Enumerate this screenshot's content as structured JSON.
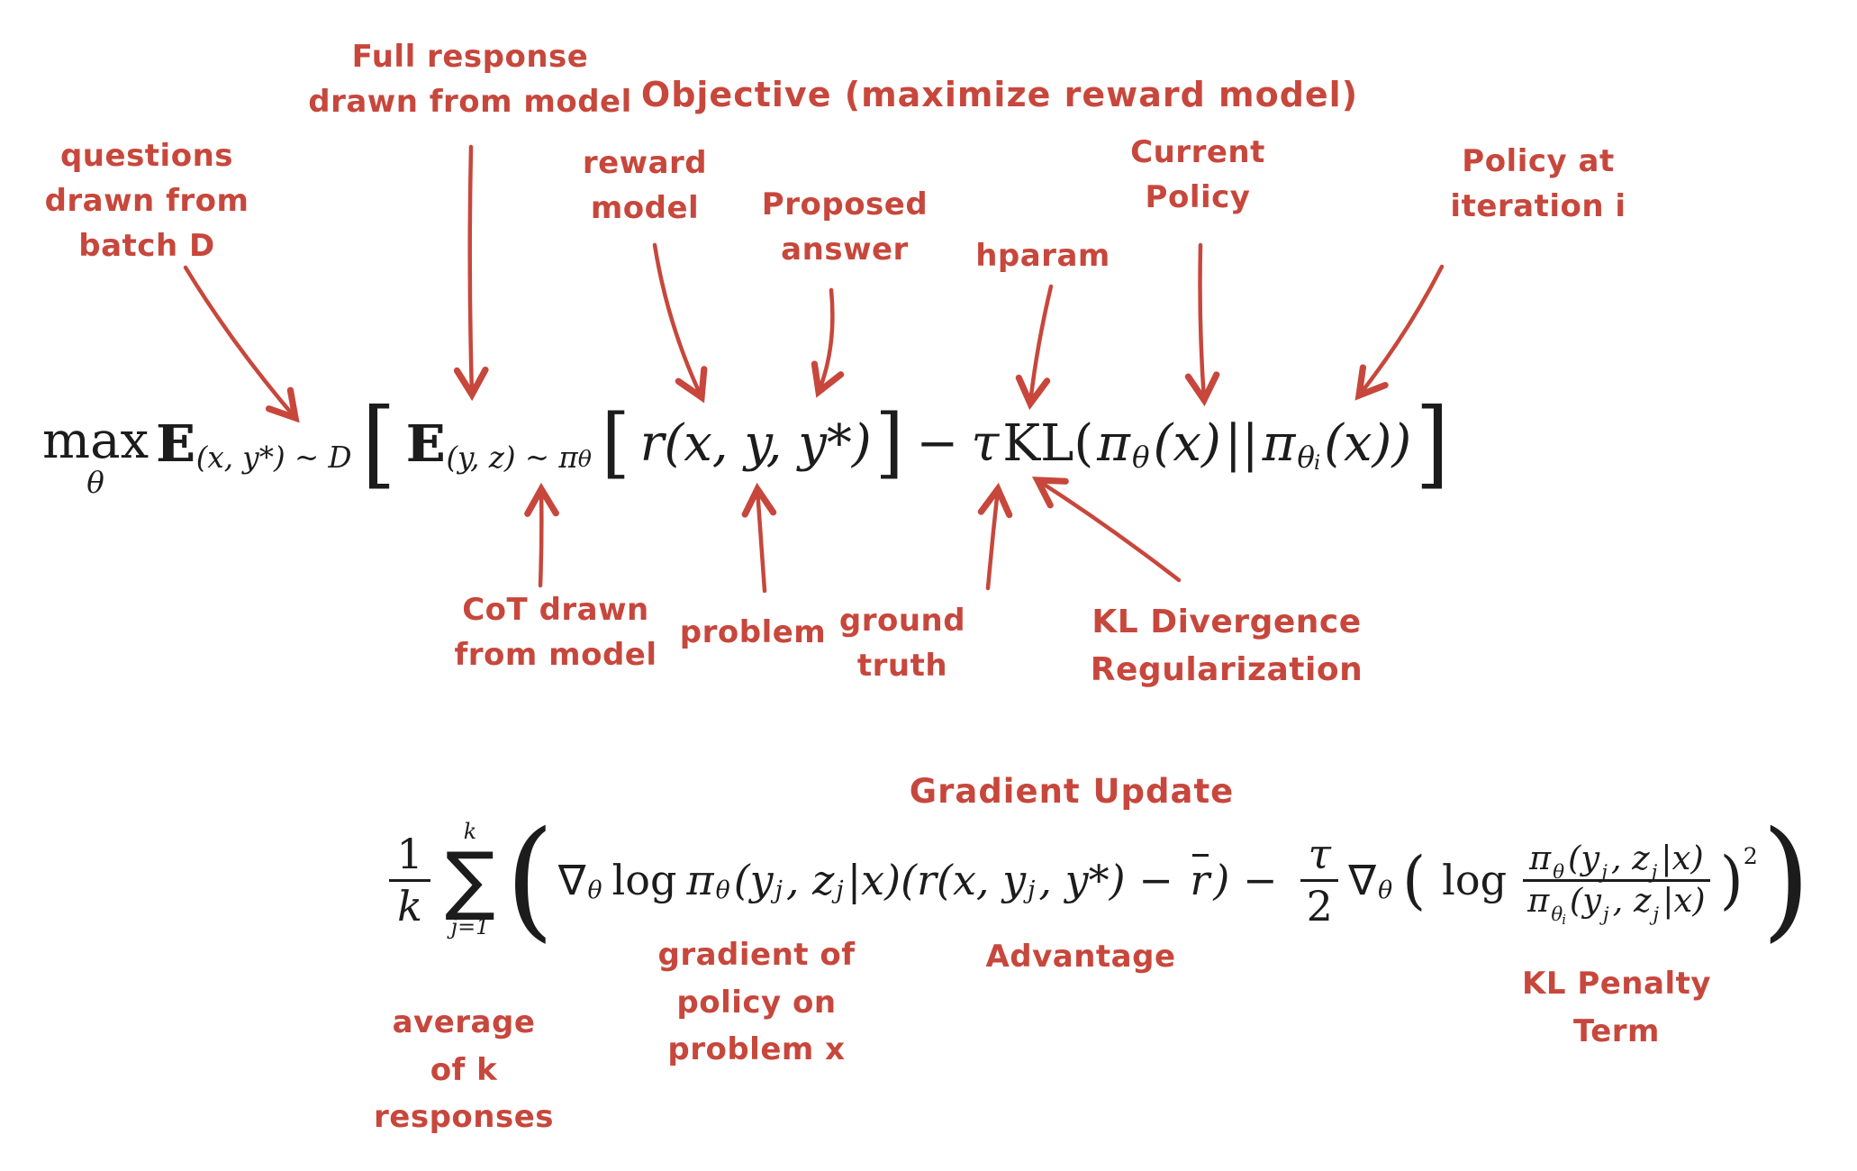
{
  "colors": {
    "annotation_red": "#c7473c",
    "formula_ink": "#1c1c1c",
    "background": "#ffffff"
  },
  "annotations": {
    "questions": {
      "text": "questions\ndrawn from\nbatch D"
    },
    "full_response": {
      "text": "Full response\ndrawn from model"
    },
    "objective_title": {
      "text": "Objective (maximize reward model)"
    },
    "reward_model": {
      "text": "reward\nmodel"
    },
    "proposed_answer": {
      "text": "Proposed\nanswer"
    },
    "hparam": {
      "text": "hparam"
    },
    "current_policy": {
      "text": "Current\nPolicy"
    },
    "policy_iteration": {
      "text": "Policy at\niteration i"
    },
    "cot": {
      "text": "CoT drawn\nfrom model"
    },
    "problem": {
      "text": "problem"
    },
    "ground_truth": {
      "text": "ground\ntruth"
    },
    "kl_divergence": {
      "text": "KL Divergence\nRegularization"
    },
    "gradient_update_title": {
      "text": "Gradient Update"
    },
    "average_k": {
      "text": "average\nof k\nresponses"
    },
    "gradient_policy": {
      "text": "gradient of\npolicy on\nproblem x"
    },
    "advantage": {
      "text": "Advantage"
    },
    "kl_penalty": {
      "text": "KL Penalty\nTerm"
    }
  },
  "formulas": {
    "objective": {
      "transcription": "max_θ E_(x,y*)~D [ E_(y,z)~πθ [ r(x, y, y*) ] − τKL(πθ(x)||πθi(x)) ]",
      "tokens": [
        {
          "stack": {
            "mid": "max",
            "bot": "θ"
          },
          "cls": "maxop",
          "name": "max-operator"
        },
        {
          "t": "E",
          "s": "bb",
          "name": "expectation-outer"
        },
        {
          "t": "(x, y*) ~ D",
          "s": "sub",
          "name": "dataset-subscript"
        },
        {
          "t": "[",
          "s": "big1 sp",
          "name": "open-bracket-outer"
        },
        {
          "t": "E",
          "s": "bb",
          "name": "expectation-inner"
        },
        {
          "t": "(y, z) ~ π",
          "s": "sub",
          "name": "policy-sample-subscript"
        },
        {
          "t": "θ",
          "s": "subsub",
          "name": "theta-subsubscript"
        },
        {
          "t": "[",
          "s": "big2 sp",
          "name": "open-bracket-inner"
        },
        {
          "t": "r(x, y, y*)",
          "s": "var",
          "name": "reward-term"
        },
        {
          "t": "]",
          "s": "big2",
          "name": "close-bracket-inner"
        },
        {
          "t": "−",
          "s": "op rm",
          "name": "minus-operator"
        },
        {
          "t": "τ",
          "s": "var",
          "name": "tau-coefficient"
        },
        {
          "t": "KL(",
          "s": "rm",
          "name": "kl-divergence-open"
        },
        {
          "t": "π",
          "s": "var",
          "name": "current-policy-pi"
        },
        {
          "t": "θ",
          "s": "sub",
          "name": "current-policy-theta"
        },
        {
          "t": "(x)",
          "s": "var",
          "name": "current-policy-arg"
        },
        {
          "t": "||",
          "s": "rm",
          "name": "divergence-bars"
        },
        {
          "t": "π",
          "s": "var",
          "name": "old-policy-pi"
        },
        {
          "t": "θ",
          "s": "sub",
          "name": "old-policy-theta"
        },
        {
          "t": "i",
          "s": "subsub2",
          "name": "iteration-index"
        },
        {
          "t": "(x))",
          "s": "var",
          "name": "old-policy-arg"
        },
        {
          "t": "]",
          "s": "big1",
          "name": "close-bracket-outer"
        }
      ]
    },
    "gradient": {
      "transcription": "1/k Σ_{j=1}^{k} ( ∇θ log πθ(yj, zj|x)(r(x, yj, y*) − r̄) − τ/2 ∇θ ( log πθ(yj, zj|x)/πθi(yj, zj|x) )² )",
      "tokens": [
        {
          "frac": {
            "num": [
              {
                "t": "1",
                "s": "rm"
              }
            ],
            "den": [
              {
                "t": "k",
                "s": "var"
              }
            ]
          },
          "name": "one-over-k"
        },
        {
          "stack": {
            "top": "k",
            "mid": "∑",
            "bot": "j=1"
          },
          "name": "sum-operator"
        },
        {
          "t": "(",
          "s": "big3",
          "name": "open-paren-outer"
        },
        {
          "t": "∇",
          "s": "sym",
          "name": "nabla-policy-gradient"
        },
        {
          "t": "θ",
          "s": "sub",
          "name": "nabla-theta"
        },
        {
          "t": "log",
          "s": "rm sp",
          "name": "log-operator"
        },
        {
          "t": "π",
          "s": "var",
          "name": "policy-pi"
        },
        {
          "t": "θ",
          "s": "sub",
          "name": "policy-theta"
        },
        {
          "t": "(y",
          "s": "var"
        },
        {
          "t": "j",
          "s": "sub",
          "name": "response-index"
        },
        {
          "t": ", z",
          "s": "var"
        },
        {
          "t": "j",
          "s": "sub",
          "name": "cot-index"
        },
        {
          "t": "|x)(r(x, y",
          "s": "var"
        },
        {
          "t": "j",
          "s": "sub",
          "name": "reward-response-index"
        },
        {
          "t": ", y*) − ",
          "s": "var"
        },
        {
          "t": "r",
          "s": "var bar",
          "name": "mean-reward-rbar"
        },
        {
          "t": ") − ",
          "s": "var"
        },
        {
          "frac": {
            "num": [
              {
                "t": "τ",
                "s": "var"
              }
            ],
            "den": [
              {
                "t": "2",
                "s": "rm"
              }
            ]
          },
          "name": "tau-over-two"
        },
        {
          "t": "∇",
          "s": "sym",
          "name": "nabla-kl"
        },
        {
          "t": "θ",
          "s": "sub",
          "name": "nabla-kl-theta"
        },
        {
          "t": "(",
          "s": "big2 sp",
          "name": "open-paren-inner"
        },
        {
          "t": "log",
          "s": "rm sp",
          "name": "log-ratio-operator"
        },
        {
          "frac": {
            "num": [
              {
                "t": "π",
                "s": "var"
              },
              {
                "t": "θ",
                "s": "sub"
              },
              {
                "t": "(y",
                "s": "var"
              },
              {
                "t": "j",
                "s": "sub"
              },
              {
                "t": ", z",
                "s": "var"
              },
              {
                "t": "j",
                "s": "sub"
              },
              {
                "t": "|x)",
                "s": "var"
              }
            ],
            "den": [
              {
                "t": "π",
                "s": "var"
              },
              {
                "t": "θ",
                "s": "sub"
              },
              {
                "t": "i",
                "s": "subsub2"
              },
              {
                "t": "(y",
                "s": "var"
              },
              {
                "t": "j",
                "s": "sub"
              },
              {
                "t": ", z",
                "s": "var"
              },
              {
                "t": "j",
                "s": "sub"
              },
              {
                "t": "|x)",
                "s": "var"
              }
            ]
          },
          "cls": "bigfrac",
          "name": "policy-ratio-fraction"
        },
        {
          "t": ")",
          "s": "big2",
          "name": "close-paren-inner"
        },
        {
          "t": "2",
          "s": "sup rm",
          "name": "squared-exponent"
        },
        {
          "t": ")",
          "s": "big3",
          "name": "close-paren-outer"
        }
      ]
    }
  }
}
